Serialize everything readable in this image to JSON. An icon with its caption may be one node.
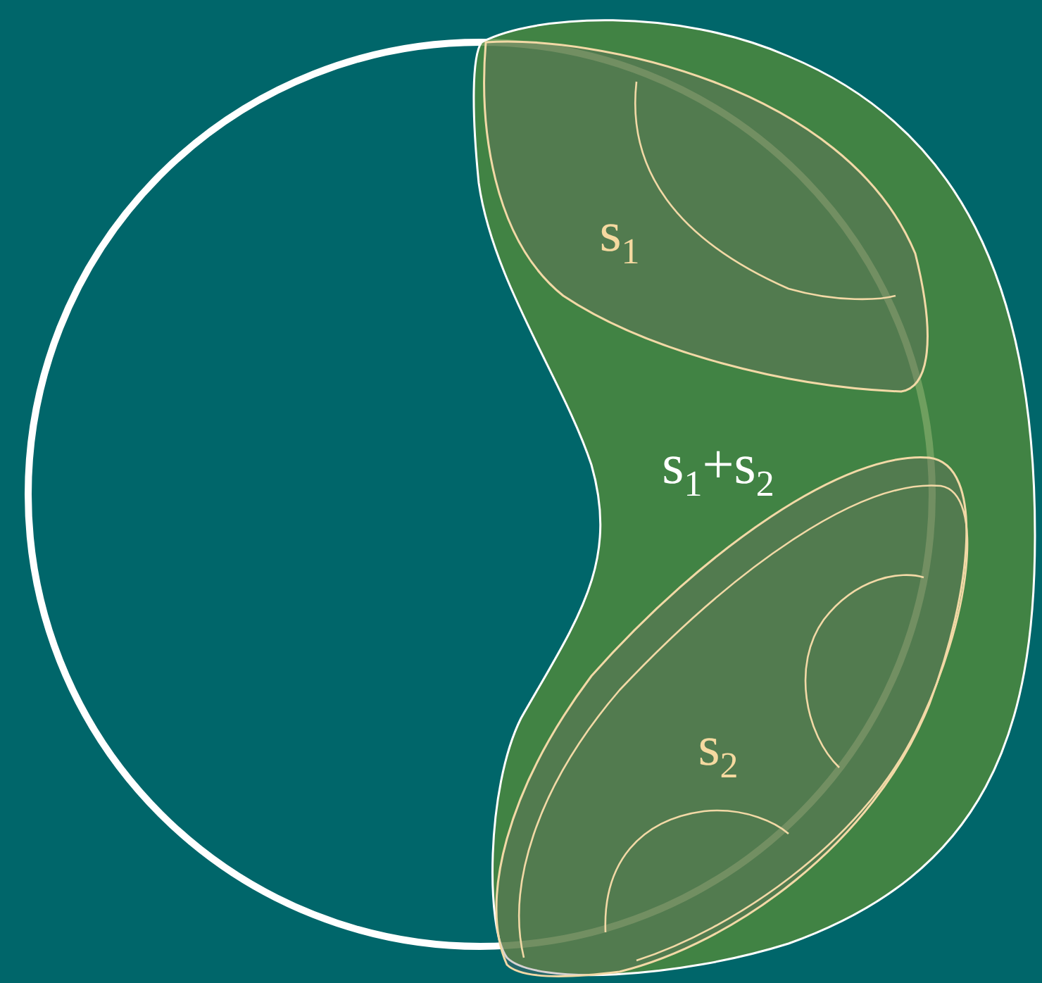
{
  "diagram": {
    "nodes": [
      {
        "text": [
          "s$_{1}$+s$_{2}$"
        ]
      },
      {
        "text": [
          "s$_{1}$"
        ],
        "in": 0
      },
      {
        "text": [
          "s$_{2}$"
        ],
        "in": 0
      }
    ]
  }
}
